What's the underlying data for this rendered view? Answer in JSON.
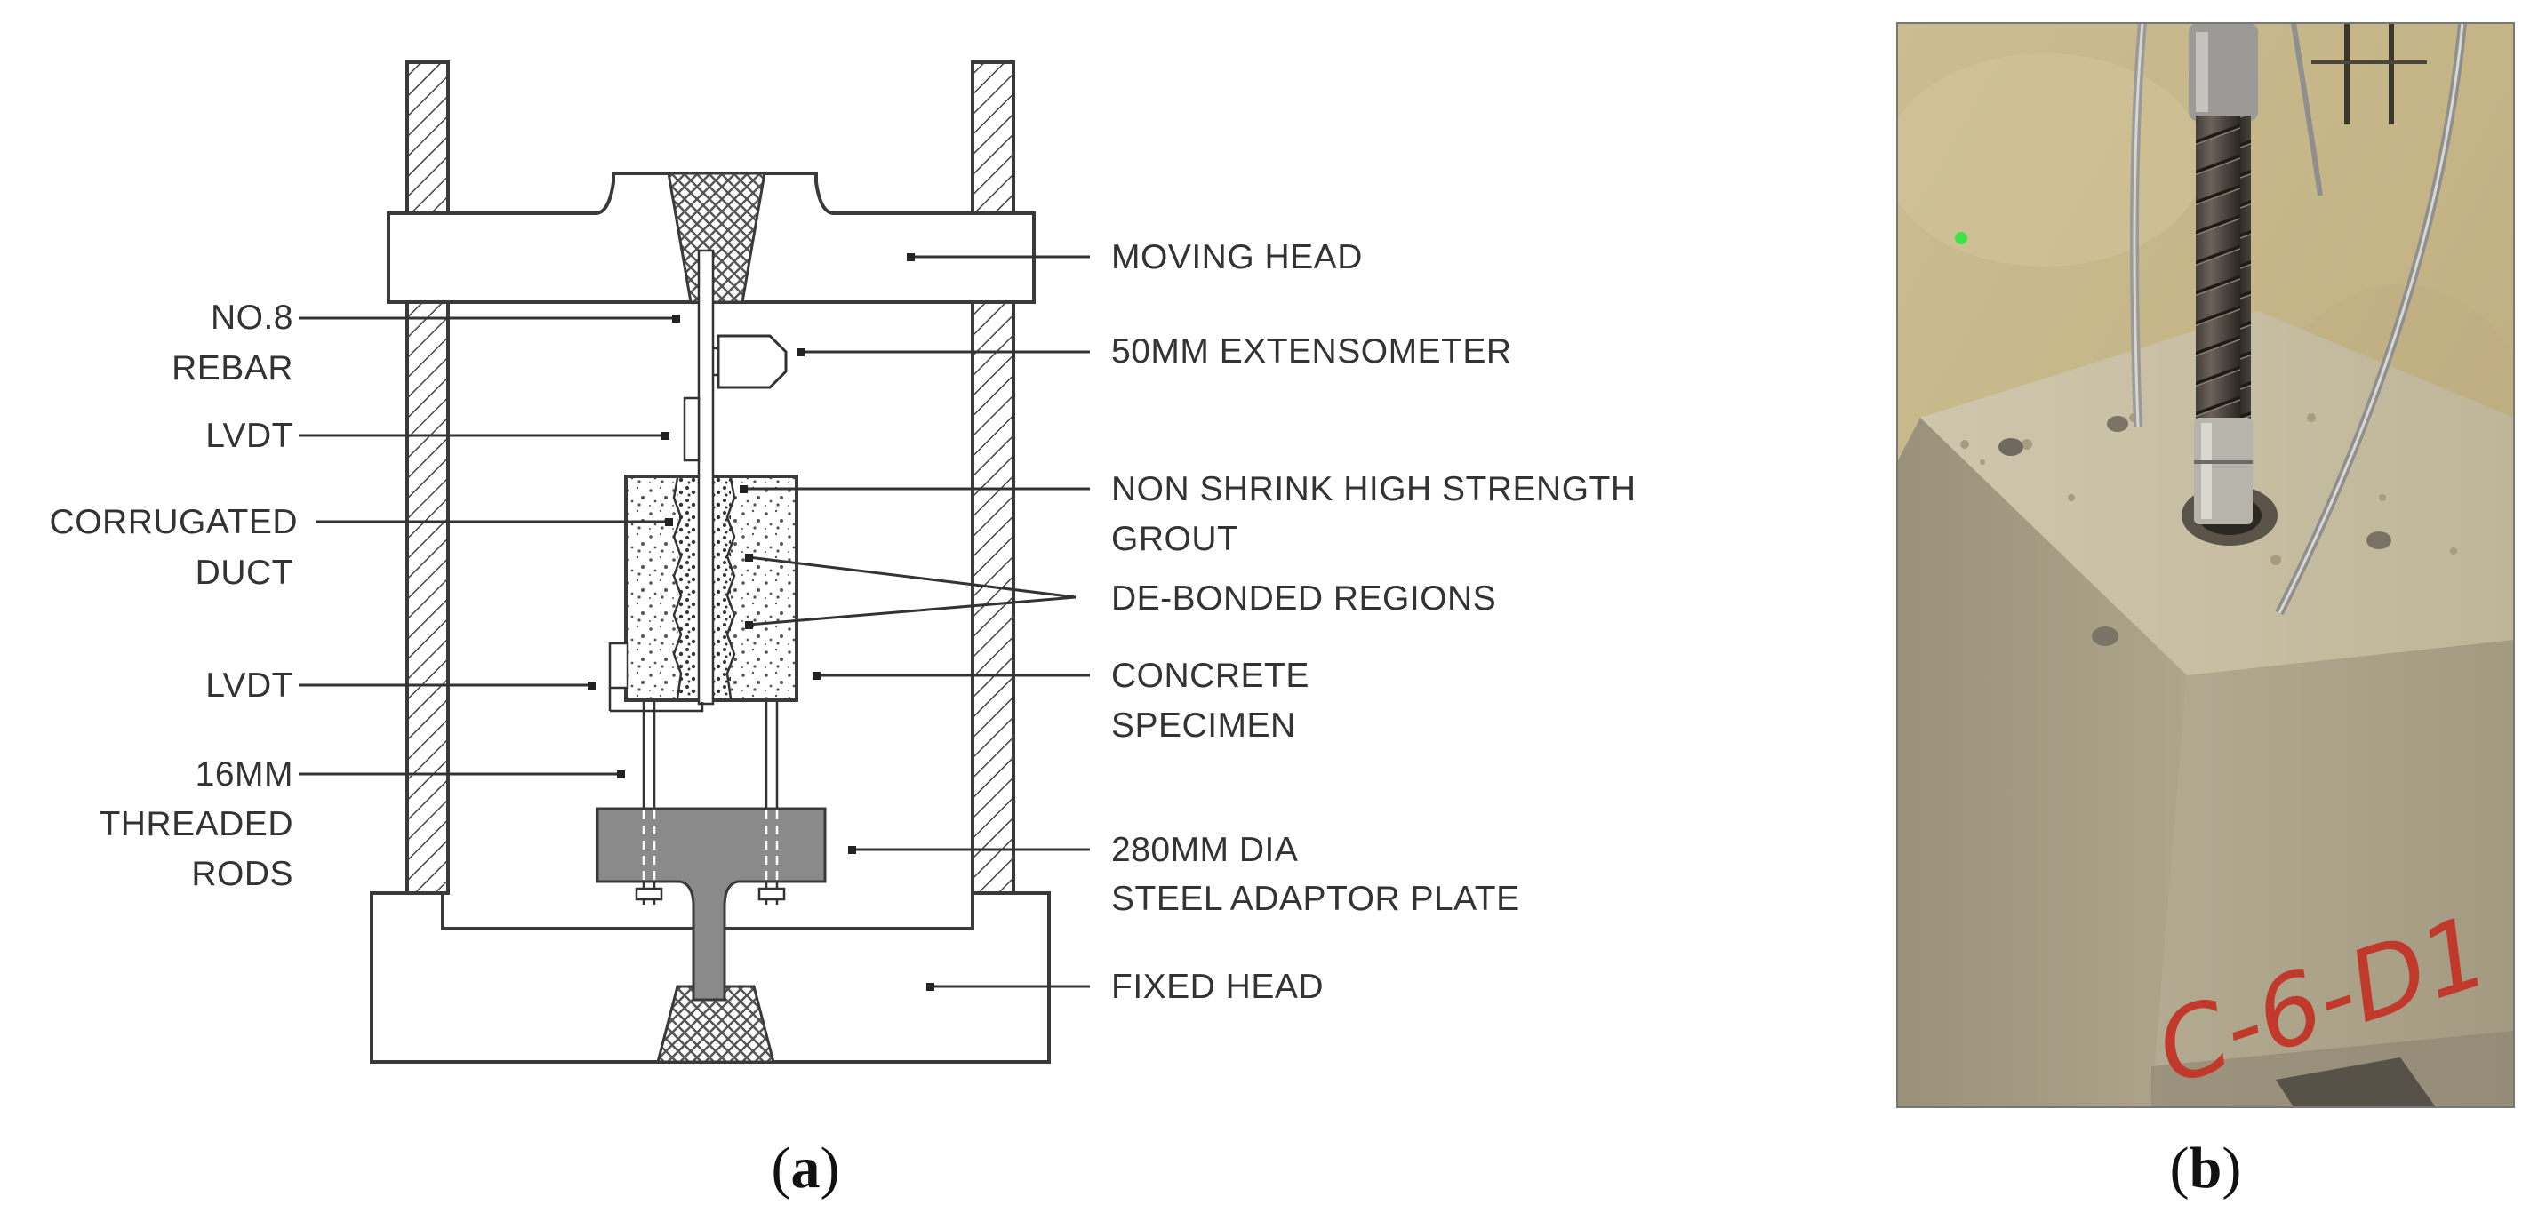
{
  "diagram": {
    "labels_right": {
      "moving_head": "MOVING HEAD",
      "extensometer": "50MM EXTENSOMETER",
      "grout_line1": "NON SHRINK HIGH STRENGTH",
      "grout_line2": "GROUT",
      "debonded": "DE-BONDED REGIONS",
      "concrete_line1": "CONCRETE",
      "concrete_line2": "SPECIMEN",
      "plate_line1": "280MM DIA",
      "plate_line2": "STEEL ADAPTOR PLATE",
      "fixed_head": "FIXED HEAD"
    },
    "labels_left": {
      "rebar_line1": "NO.8",
      "rebar_line2": "REBAR",
      "lvdt_top": "LVDT",
      "duct_line1": "CORRUGATED",
      "duct_line2": "DUCT",
      "lvdt_bottom": "LVDT",
      "rods_line1": "16MM",
      "rods_line2": "THREADED",
      "rods_line3": "RODS"
    }
  },
  "photo": {
    "specimen_marking": "C-6-D1"
  },
  "captions": {
    "a": "a",
    "b": "b"
  },
  "colors": {
    "steel_plate": "#8a8a8a",
    "line": "#333333",
    "floor": "#c9b88a",
    "concrete": "#bcb29a",
    "marking": "#c0392b"
  }
}
